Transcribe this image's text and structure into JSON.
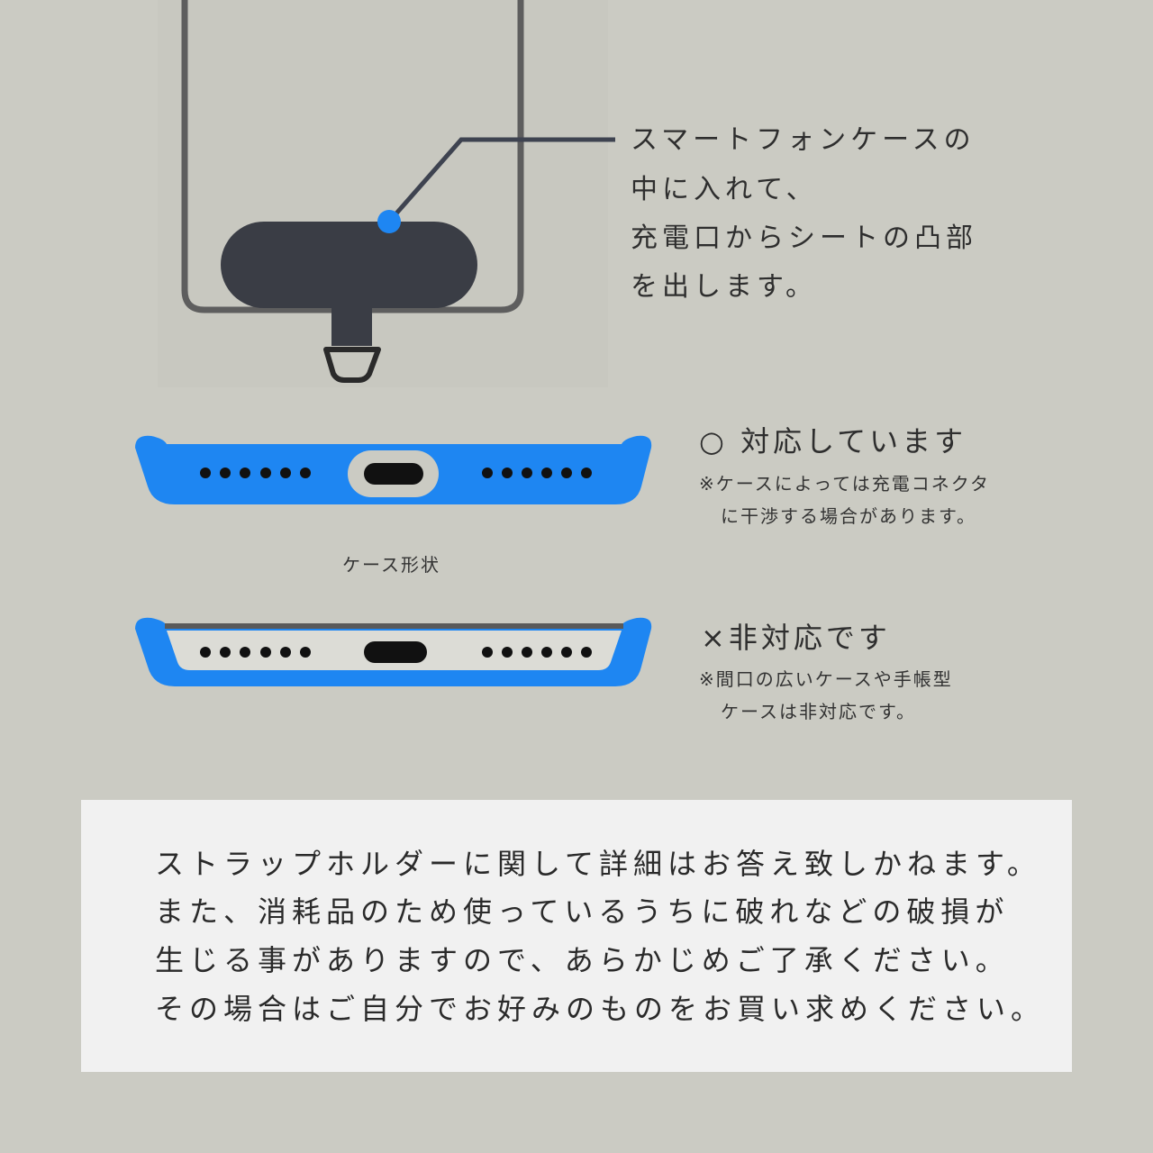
{
  "callout": {
    "lines": [
      "スマートフォンケースの",
      "中に入れて、",
      "充電口からシートの凸部",
      "を出します。"
    ]
  },
  "compat": {
    "ok": {
      "title": "○ 対応しています",
      "notes": [
        "※ケースによっては充電コネクタ",
        "に干渉する場合があります。"
      ]
    },
    "ng": {
      "title": "×非対応です",
      "notes": [
        "※間口の広いケースや手帳型",
        "ケースは非対応です。"
      ]
    },
    "caption": "ケース形状"
  },
  "notice": {
    "lines": [
      "ストラップホルダーに関して詳細はお答え致しかねます。",
      "また、消耗品のため使っているうちに破れなどの破損が",
      "生じる事がありますので、あらかじめご了承ください。",
      "その場合はご自分でお好みのものをお買い求めください。"
    ]
  },
  "colors": {
    "background": "#cbcbc3",
    "accent_blue": "#1e86f2",
    "sheet": "#3a3d45",
    "phone_outline": "#5e5e5e",
    "notice_bg": "#f1f1f1"
  }
}
